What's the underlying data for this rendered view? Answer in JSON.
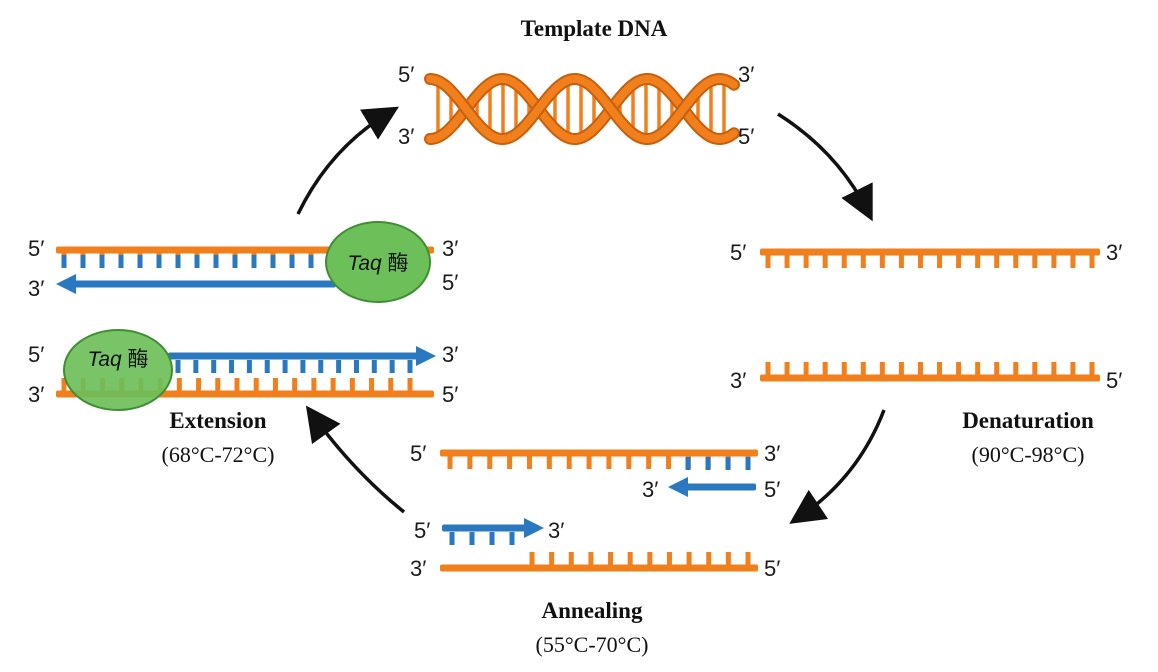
{
  "diagram": {
    "title": "Template DNA",
    "colors": {
      "template": "#f07f1c",
      "primer": "#2a78bf",
      "enzyme": "#6dbf5a",
      "arrow": "#111111"
    },
    "template_dna": {
      "left_top": "5′",
      "left_bottom": "3′",
      "right_top": "3′",
      "right_bottom": "5′"
    },
    "denaturation": {
      "name": "Denaturation",
      "temp": "(90°C-98°C)",
      "top_left": "5′",
      "top_right": "3′",
      "bottom_left": "3′",
      "bottom_right": "5′"
    },
    "annealing": {
      "name": "Annealing",
      "temp": "(55°C-70°C)",
      "top_left": "5′",
      "top_right": "3′",
      "top_primer_left": "3′",
      "top_primer_right": "5′",
      "bottom_primer_left": "5′",
      "bottom_primer_right": "3′",
      "bottom_left": "3′",
      "bottom_right": "5′"
    },
    "extension": {
      "name": "Extension",
      "temp": "(68°C-72°C)",
      "top_left": "5′",
      "top_right": "3′",
      "top_new_left": "3′",
      "top_new_right": "5′",
      "bottom_new_left": "5′",
      "bottom_new_right": "3′",
      "bottom_left": "3′",
      "bottom_right": "5′",
      "enzyme_italic": "Taq",
      "enzyme_suffix": " 酶"
    }
  }
}
